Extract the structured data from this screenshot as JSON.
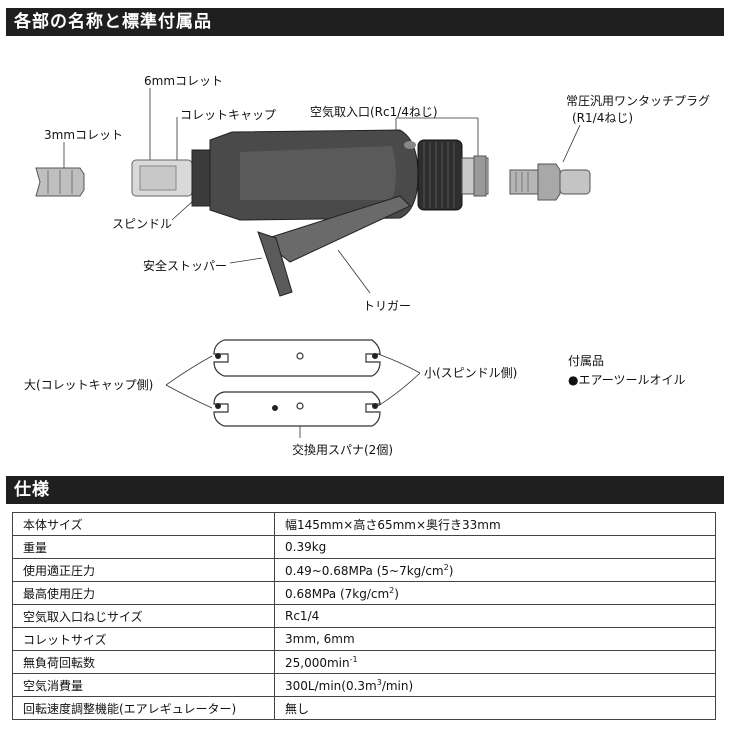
{
  "section1": {
    "title": "各部の名称と標準付属品"
  },
  "labels": {
    "collet6": "6mmコレット",
    "collet_cap": "コレットキャップ",
    "collet3": "3mmコレット",
    "spindle": "スピンドル",
    "air_inlet": "空気取入口(Rc1/4ねじ)",
    "plug": "常圧汎用ワンタッチプラグ",
    "plug_thread": "(R1/4ねじ)",
    "safety_stopper": "安全ストッパー",
    "trigger": "トリガー",
    "wrench_large": "大(コレットキャップ側)",
    "wrench_small": "小(スピンドル側)",
    "wrench": "交換用スパナ(2個)"
  },
  "accessories": {
    "title": "付属品",
    "items": [
      "●エアーツールオイル"
    ]
  },
  "section2": {
    "title": "仕様"
  },
  "specs": [
    {
      "key": "本体サイズ",
      "value": "幅145mm×高さ65mm×奥行き33mm"
    },
    {
      "key": "重量",
      "value": "0.39kg"
    },
    {
      "key": "使用適正圧力",
      "value": "0.49~0.68MPa (5~7kg/cm",
      "sup": "2",
      "tail": ")"
    },
    {
      "key": "最高使用圧力",
      "value": "0.68MPa (7kg/cm",
      "sup": "2",
      "tail": ")"
    },
    {
      "key": "空気取入口ねじサイズ",
      "value": "Rc1/4"
    },
    {
      "key": "コレットサイズ",
      "value": "3mm, 6mm"
    },
    {
      "key": "無負荷回転数",
      "value": "25,000min",
      "sup": "-1",
      "tail": ""
    },
    {
      "key": "空気消費量",
      "value": "300L/min(0.3m",
      "sup": "3",
      "tail": "/min)"
    },
    {
      "key": "回転速度調整機能(エアレギュレーター)",
      "value": "無し"
    }
  ]
}
